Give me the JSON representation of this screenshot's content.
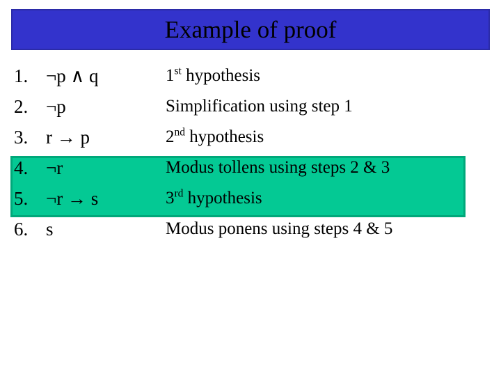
{
  "slide": {
    "background_color": "#ffffff",
    "title": {
      "text": "Example of proof",
      "banner_color": "#3333cc",
      "border_color": "#2b2ba8",
      "text_color": "#000000"
    },
    "highlight": {
      "fill_color": "#04c994",
      "border_color": "#00a87a",
      "covers_steps": "4-5"
    },
    "proof": {
      "rows": [
        {
          "number": "1.",
          "formula": "¬p ∧ q",
          "reason_prefix": "1",
          "reason_suffix": "st",
          "reason_rest": " hypothesis",
          "highlighted": false
        },
        {
          "number": "2.",
          "formula": "¬p",
          "reason_prefix": "",
          "reason_suffix": "",
          "reason_rest": "Simplification using step 1",
          "highlighted": false
        },
        {
          "number": "3.",
          "formula": "r → p",
          "reason_prefix": "2",
          "reason_suffix": "nd",
          "reason_rest": " hypothesis",
          "highlighted": false
        },
        {
          "number": "4.",
          "formula": "¬r",
          "reason_prefix": "",
          "reason_suffix": "",
          "reason_rest": "Modus tollens using steps 2 & 3",
          "highlighted": true
        },
        {
          "number": "5.",
          "formula": "¬r → s",
          "reason_prefix": "3",
          "reason_suffix": "rd",
          "reason_rest": " hypothesis",
          "highlighted": true
        },
        {
          "number": "6.",
          "formula": "s",
          "reason_prefix": "",
          "reason_suffix": "",
          "reason_rest": "Modus ponens using steps 4 & 5",
          "highlighted": false
        }
      ]
    }
  }
}
